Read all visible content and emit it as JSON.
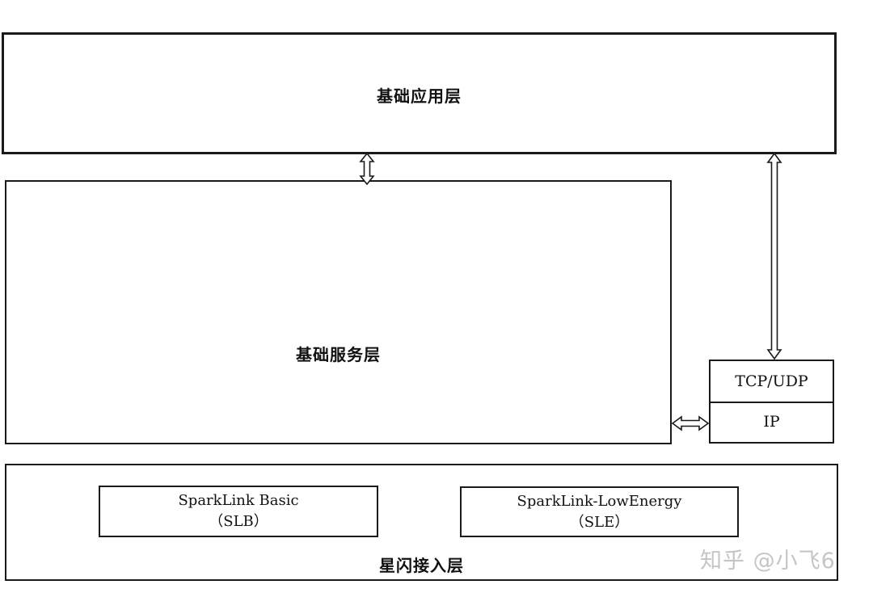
{
  "diagram": {
    "app_layer": {
      "title": "基础应用层"
    },
    "service_layer": {
      "title": "基础服务层"
    },
    "network_stack": {
      "transport": "TCP/UDP",
      "network": "IP"
    },
    "access_layer": {
      "title": "星闪接入层",
      "slb": {
        "name": "SparkLink Basic",
        "abbr": "（SLB）"
      },
      "sle": {
        "name": "SparkLink-LowEnergy",
        "abbr": "（SLE）"
      }
    },
    "arrows": [
      {
        "from": "app_layer",
        "to": "service_layer",
        "direction": "bidirectional"
      },
      {
        "from": "app_layer",
        "to": "network_stack",
        "direction": "bidirectional"
      },
      {
        "from": "service_layer",
        "to": "network_stack",
        "direction": "bidirectional"
      }
    ]
  },
  "watermark": "知乎 @小飞6"
}
